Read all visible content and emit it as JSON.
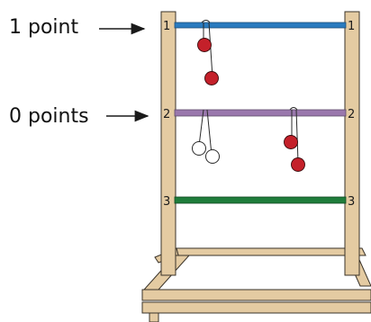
{
  "callouts": [
    {
      "label": "1 point",
      "rung": "1"
    },
    {
      "label": "0 points",
      "rung": "2"
    }
  ],
  "rungs": [
    {
      "number": "1",
      "color": "#2a7bbf"
    },
    {
      "number": "2",
      "color": "#9a78ad"
    },
    {
      "number": "3",
      "color": "#1f7d3b"
    }
  ],
  "colors": {
    "wood": "#e4cba2",
    "wood_stroke": "#3a3329",
    "ball_red": "#c4202a",
    "ball_white": "#ffffff",
    "arrow": "#1a1a1a"
  },
  "bolas": [
    {
      "rung": "1",
      "ball_color": "red",
      "name": "bola-red-on-rung-1"
    },
    {
      "rung": "2",
      "ball_color": "white",
      "name": "bola-white-on-rung-2"
    },
    {
      "rung": "2",
      "ball_color": "red",
      "name": "bola-red-on-rung-2"
    }
  ]
}
